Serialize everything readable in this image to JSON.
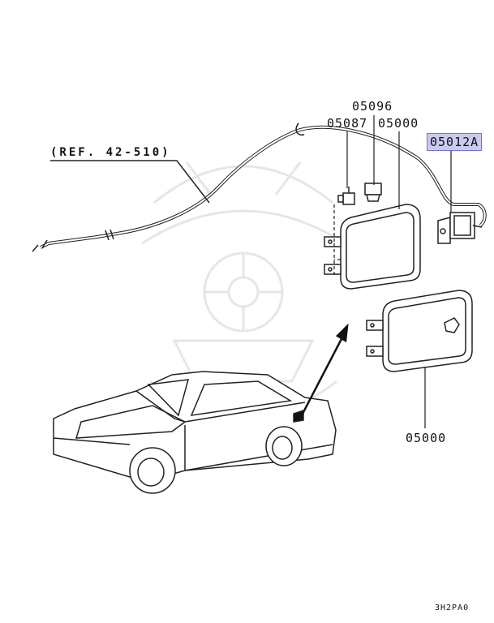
{
  "labels": {
    "ref": "(REF. 42-510)",
    "p05096": "05096",
    "p05087": "05087",
    "p05000_top": "05000",
    "p05012a": "05012A",
    "p05000_bottom": "05000",
    "code": "3H2PA0"
  },
  "colors": {
    "line": "#222222",
    "highlight_bg": "#c9c9f2",
    "watermark": "#e6e6e6"
  }
}
